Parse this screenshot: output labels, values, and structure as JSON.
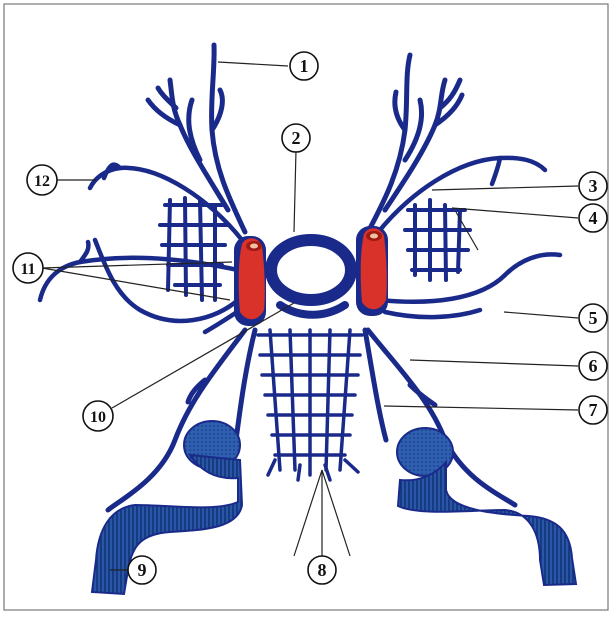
{
  "colors": {
    "vein": "#1a2a8a",
    "sinus_fill": "#2a56a8",
    "sinus_lines": "#0d2f6e",
    "cavernous_red": "#d8322a",
    "label_line": "#222222",
    "border": "#777777"
  },
  "labels": [
    {
      "id": "1",
      "text": "1"
    },
    {
      "id": "2",
      "text": "2"
    },
    {
      "id": "3",
      "text": "3"
    },
    {
      "id": "4",
      "text": "4"
    },
    {
      "id": "5",
      "text": "5"
    },
    {
      "id": "6",
      "text": "6"
    },
    {
      "id": "7",
      "text": "7"
    },
    {
      "id": "8",
      "text": "8"
    },
    {
      "id": "9",
      "text": "9"
    },
    {
      "id": "10",
      "text": "10"
    },
    {
      "id": "11",
      "text": "11"
    },
    {
      "id": "12",
      "text": "12"
    }
  ]
}
